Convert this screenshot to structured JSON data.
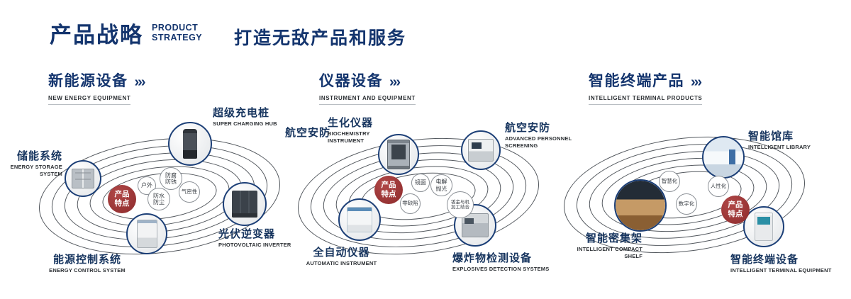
{
  "chevrons": "›››",
  "header": {
    "title_cn": "产品战略",
    "title_en1": "PRODUCT",
    "title_en2": "STRATEGY",
    "slogan": "打造无敌产品和服务"
  },
  "sections": [
    {
      "title_cn": "新能源设备",
      "title_en": "NEW ENERGY EQUIPMENT",
      "center_label": "产品特点",
      "features": [
        "户外",
        "防腐防锈",
        "气密性",
        "防水防尘"
      ],
      "products": [
        {
          "cn": "储能系统",
          "en": "ENERGY STORAGE SYSTEM"
        },
        {
          "cn": "超级充电桩",
          "en": "SUPER CHARGING HUB"
        },
        {
          "cn": "光伏逆变器",
          "en": "PHOTOVOLTAIC INVERTER"
        },
        {
          "cn": "能源控制系统",
          "en": "ENERGY CONTROL SYSTEM"
        }
      ]
    },
    {
      "title_cn": "仪器设备",
      "title_en": "INSTRUMENT AND EQUIPMENT",
      "side_label": "航空安防",
      "center_label": "产品特点",
      "features": [
        "镜面",
        "电解抛光",
        "零缺陷",
        "钣金与机加工结合"
      ],
      "products": [
        {
          "cn": "生化仪器",
          "en": "BIOCHEMISTRY INSTRUMENT"
        },
        {
          "cn": "航空安防",
          "en": "ADVANCED PERSONNEL SCREENING"
        },
        {
          "cn": "全自动仪器",
          "en": "AUTOMATIC INSTRUMENT"
        },
        {
          "cn": "爆炸物检测设备",
          "en": "EXPLOSIVES DETECTION SYSTEMS"
        }
      ]
    },
    {
      "title_cn": "智能终端产品",
      "title_en": "INTELLIGENT TERMINAL PRODUCTS",
      "center_label": "产品特点",
      "features": [
        "智慧化",
        "人性化",
        "数字化"
      ],
      "products": [
        {
          "cn": "智能馆库",
          "en": "INTELLIGENT LIBRARY"
        },
        {
          "cn": "智能密集架",
          "en": "INTELLIGENT COMPACT SHELF"
        },
        {
          "cn": "智能终端设备",
          "en": "INTELLIGENT TERMINAL EQUIPMENT"
        }
      ]
    }
  ]
}
